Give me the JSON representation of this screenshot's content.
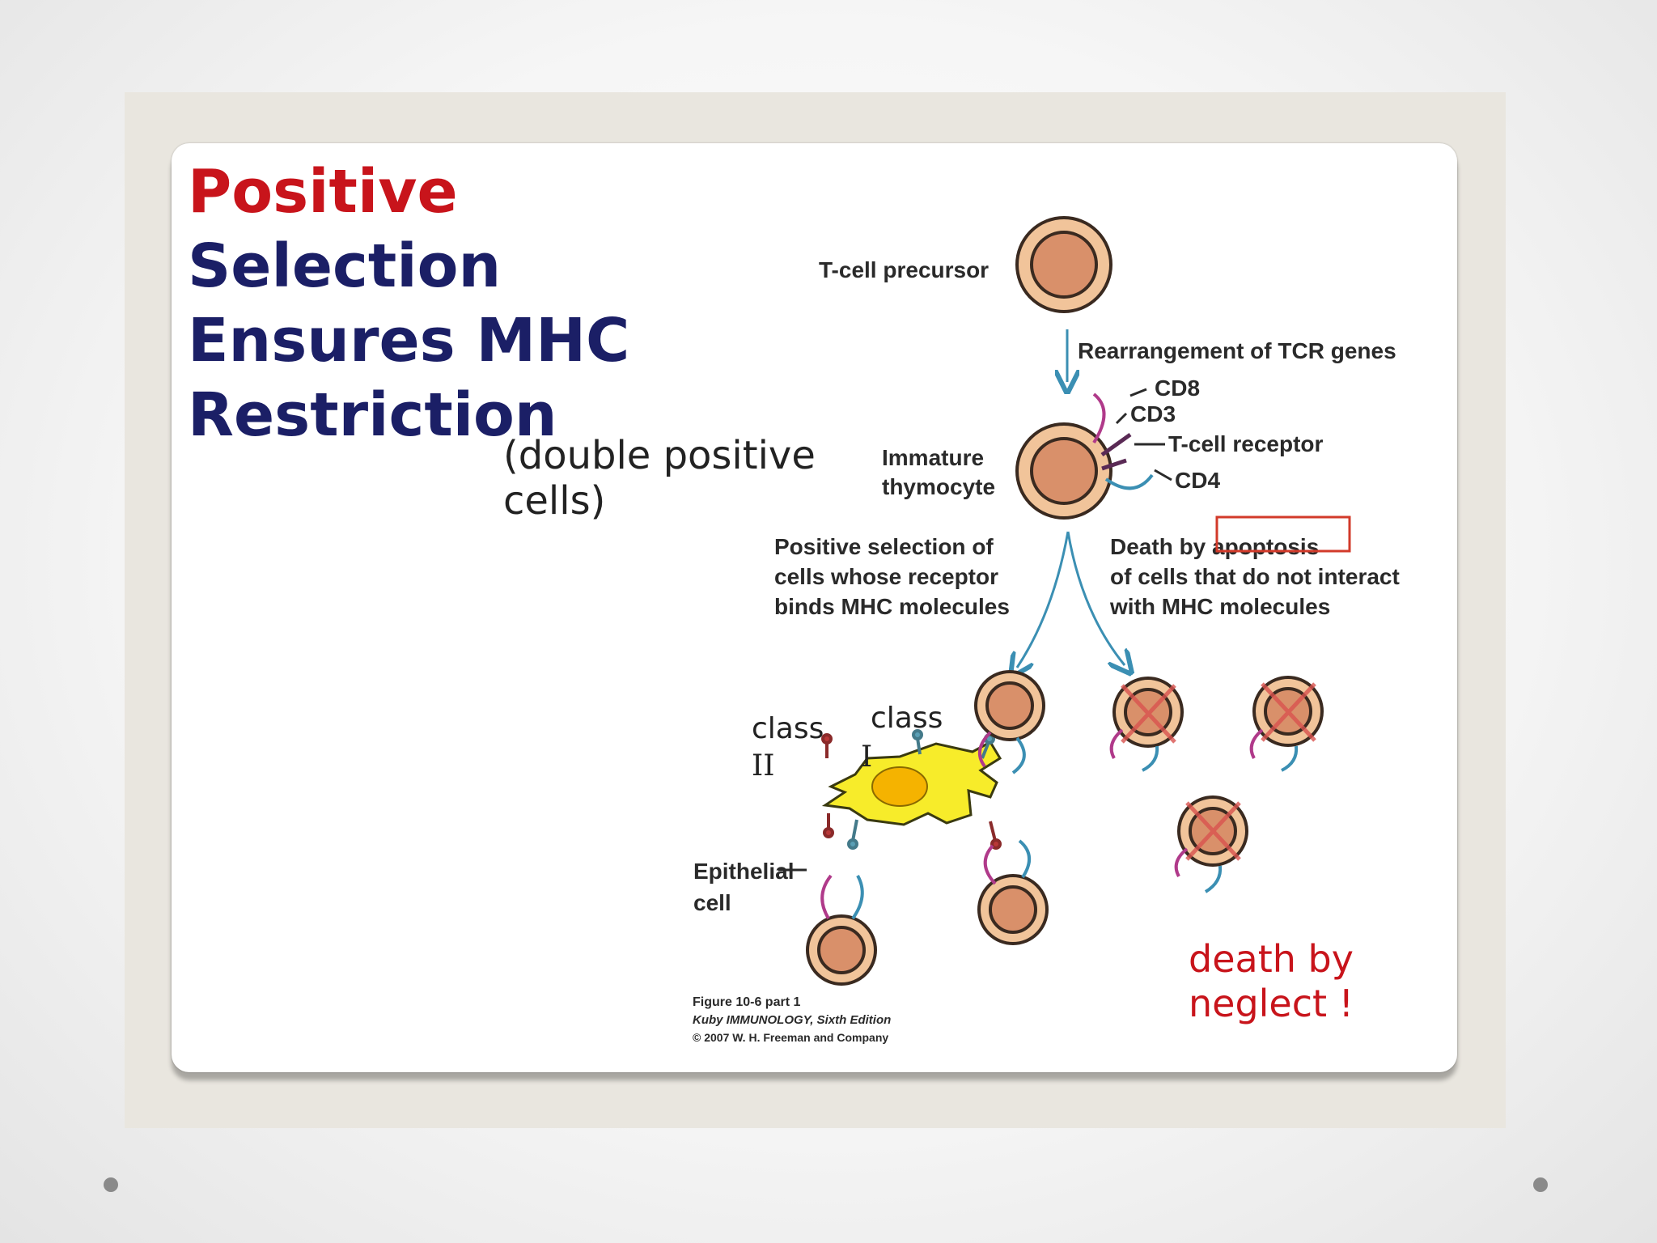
{
  "title": {
    "line1": "Positive",
    "line2": "Selection",
    "line3": "Ensures MHC",
    "line4": "Restriction"
  },
  "subtitle": {
    "line1": "(double positive",
    "line2": "cells)"
  },
  "labels": {
    "precursor": "T-cell precursor",
    "rearrangement": "Rearrangement of TCR genes",
    "cd8": "CD8",
    "cd3": "CD3",
    "tcr": "T-cell receptor",
    "cd4": "CD4",
    "immature_line1": "Immature",
    "immature_line2": "thymocyte",
    "pos_sel_line1": "Positive selection of",
    "pos_sel_line2": "cells whose receptor",
    "pos_sel_line3": "binds MHC molecules",
    "death_word": "Death by",
    "apoptosis": "apoptosis",
    "death_line2": "of cells that do not interact",
    "death_line3": "with MHC molecules",
    "class_a": "class",
    "class_ii": "II",
    "class_b": "class",
    "class_i": "I",
    "epithelial_line1": "Epithelial",
    "epithelial_line2": "cell",
    "neglect_line1": "death by",
    "neglect_line2": "neglect !",
    "caption_line1": "Figure 10-6 part 1",
    "caption_line2": "Kuby IMMUNOLOGY, Sixth Edition",
    "caption_line3": "© 2007 W. H. Freeman and Company"
  },
  "colors": {
    "title_red": "#c8141b",
    "title_navy": "#1b1f66",
    "cell_fill": "#f1c49a",
    "nucleus_fill": "#d9906a",
    "arrow": "#3b8fb3",
    "epithelial": "#f7ec2a",
    "x_mark": "#d9534f"
  }
}
